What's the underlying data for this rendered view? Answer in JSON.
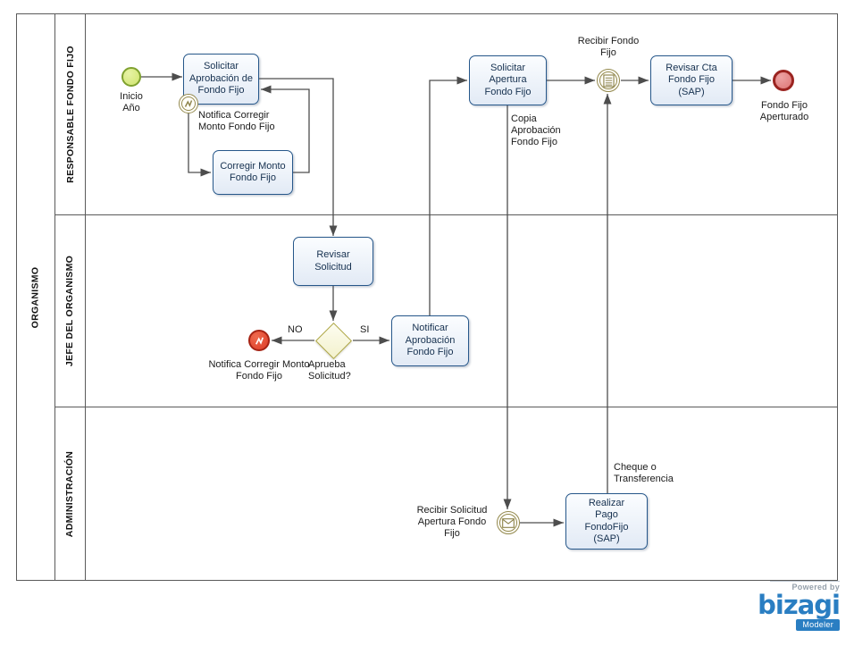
{
  "pool": "ORGANISMO",
  "lanes": {
    "responsable": "RESPONSABLE FONDO FIJO",
    "jefe": "JEFE DEL ORGANISMO",
    "administracion": "ADMINISTRACIÓN"
  },
  "events": {
    "start": "Inicio Año",
    "boundary_error": "Notifica Corregir Monto Fondo Fijo",
    "error_end": "Notifica Corregir Monto Fondo Fijo",
    "conditional_catch": "Recibir Fondo Fijo",
    "message_catch": "Recibir Solicitud Apertura Fondo Fijo",
    "end": "Fondo Fijo Aperturado"
  },
  "tasks": {
    "solicitar_aprobacion": "Solicitar Aprobación de Fondo Fijo",
    "corregir_monto": "Corregir Monto Fondo Fijo",
    "revisar_solicitud": "Revisar Solicitud",
    "notificar_aprobacion": "Notificar Aprobación Fondo Fijo",
    "solicitar_apertura": "Solicitar Apertura Fondo Fijo",
    "revisar_cta": "Revisar Cta Fondo Fijo (SAP)",
    "realizar_pago": "Realizar Pago FondoFijo (SAP)"
  },
  "gateway": {
    "label": "Aprueba Solicitud?",
    "no": "NO",
    "si": "SI"
  },
  "flow_labels": {
    "copia": "Copia Aprobación Fondo Fijo",
    "cheque": "Cheque o Transferencia"
  },
  "footer": {
    "powered_by": "Powered by",
    "brand": "bizagi",
    "product": "Modeler"
  }
}
